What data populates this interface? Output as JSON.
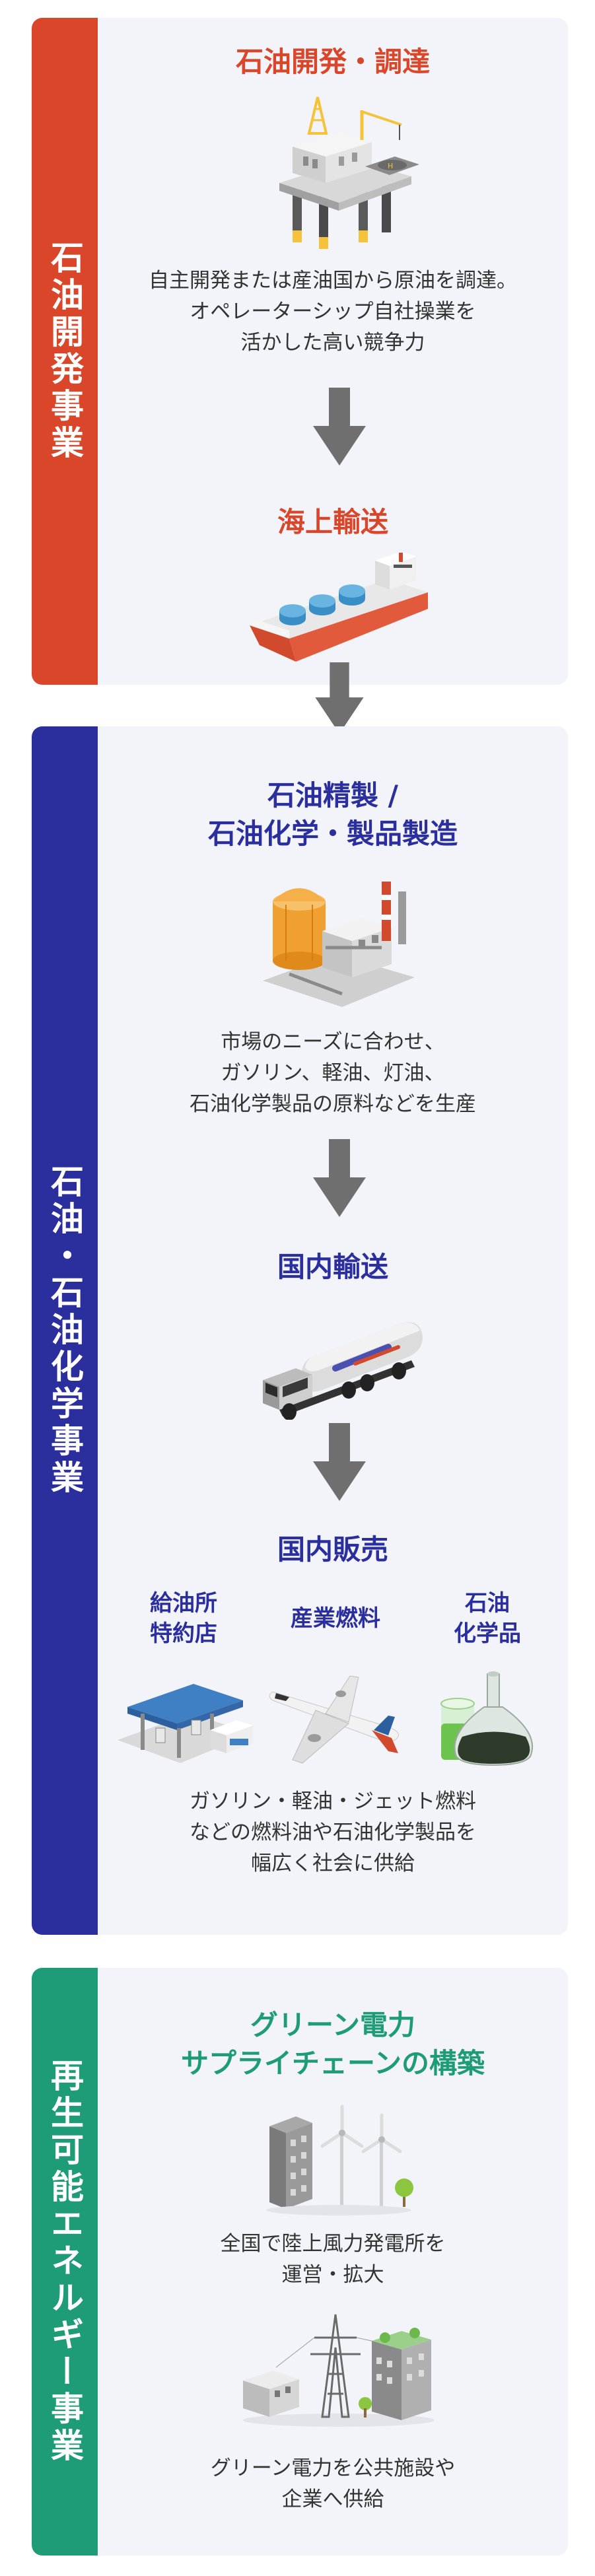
{
  "oil_business": {
    "band_label": "石油開発事業",
    "exploration": {
      "title": "石油開発・調達",
      "description": [
        "自主開発または産油国から原油を調達。",
        "オペレーターシップ自社操業を",
        "活かした高い競争力"
      ],
      "icon": "offshore-platform-icon"
    },
    "shipping": {
      "title": "海上輸送",
      "icon": "tanker-ship-icon"
    }
  },
  "petrochemical_business": {
    "band_label": "石油・石油化学事業",
    "refining": {
      "title_lines": [
        "石油精製 /",
        "石油化学・製品製造"
      ],
      "description": [
        "市場のニーズに合わせ、",
        "ガソリン、軽油、灯油、",
        "石油化学製品の原料などを生産"
      ],
      "icon": "refinery-icon"
    },
    "domestic_transport": {
      "title": "国内輸送",
      "icon": "tanker-truck-icon"
    },
    "domestic_sales": {
      "title": "国内販売",
      "channels": [
        {
          "label_lines": [
            "給油所",
            "特約店"
          ],
          "icon": "gas-station-icon"
        },
        {
          "label_lines": [
            "産業燃料"
          ],
          "icon": "airplane-icon"
        },
        {
          "label_lines": [
            "石油",
            "化学品"
          ],
          "icon": "chemical-flask-icon"
        }
      ],
      "description": [
        "ガソリン・軽油・ジェット燃料",
        "などの燃料油や石油化学製品を",
        "幅広く社会に供給"
      ]
    }
  },
  "renewable_business": {
    "band_label": "再生可能エネルギー事業",
    "green_power": {
      "title_lines": [
        "グリーン電力",
        "サプライチェーンの構築"
      ],
      "icon": "wind-turbine-building-icon",
      "description": [
        "全国で陸上風力発電所を",
        "運営・拡大"
      ]
    },
    "supply": {
      "icon": "power-grid-icon",
      "description": [
        "グリーン電力を公共施設や",
        "企業へ供給"
      ]
    }
  },
  "colors": {
    "oil": "#d9462a",
    "petrochemical": "#2b2f9e",
    "renewable": "#1e9c78",
    "arrow": "#6f6f6f"
  }
}
